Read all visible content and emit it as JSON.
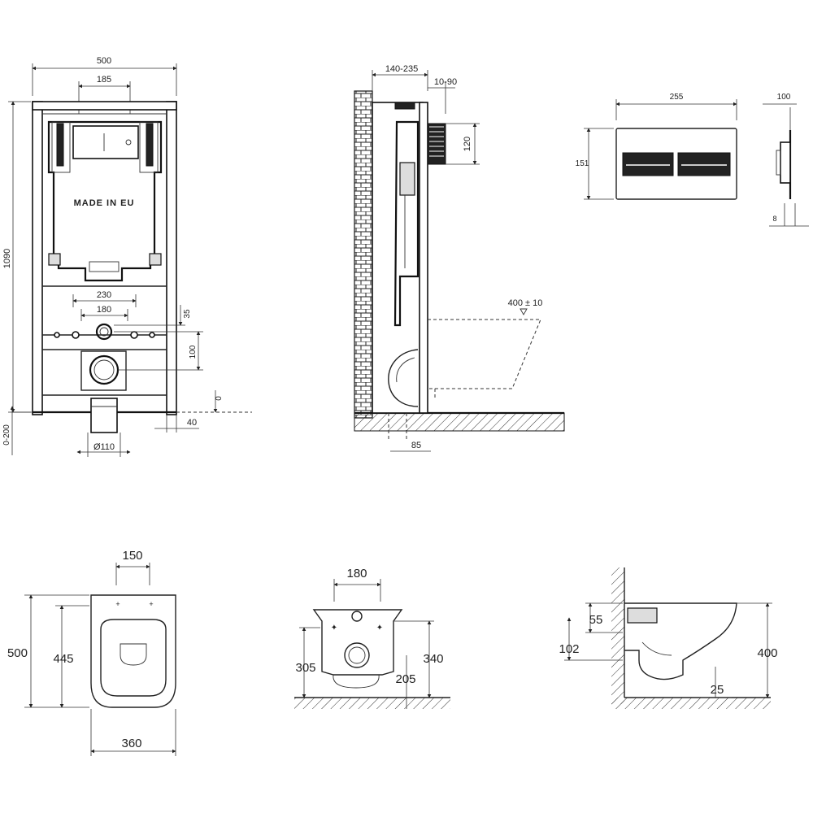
{
  "frame_front": {
    "label_text": "MADE IN EU",
    "dims": {
      "width": "500",
      "top_opening": "185",
      "height": "1090",
      "bracket_span": "230",
      "inlet_span": "180",
      "d35": "35",
      "d100": "100",
      "zero": "0",
      "d40": "40",
      "adjust": "0-200",
      "pipe": "Ø110"
    }
  },
  "frame_side": {
    "dims": {
      "depth": "140-235",
      "panel_offset": "10-90",
      "panel_height": "120",
      "bowl_height": "400 ± 10",
      "d85": "85"
    }
  },
  "flush_panel": {
    "dims": {
      "width": "255",
      "height": "151",
      "depth": "100",
      "thickness": "8"
    }
  },
  "bowl_top": {
    "dims": {
      "bolt_span": "150",
      "length": "500",
      "inner_length": "445",
      "width": "360"
    }
  },
  "bowl_front": {
    "dims": {
      "bolt_span": "180",
      "left_h": "305",
      "right_h": "340",
      "inner": "205"
    }
  },
  "bowl_side": {
    "dims": {
      "d55": "55",
      "d102": "102",
      "height": "400",
      "d25": "25"
    }
  }
}
